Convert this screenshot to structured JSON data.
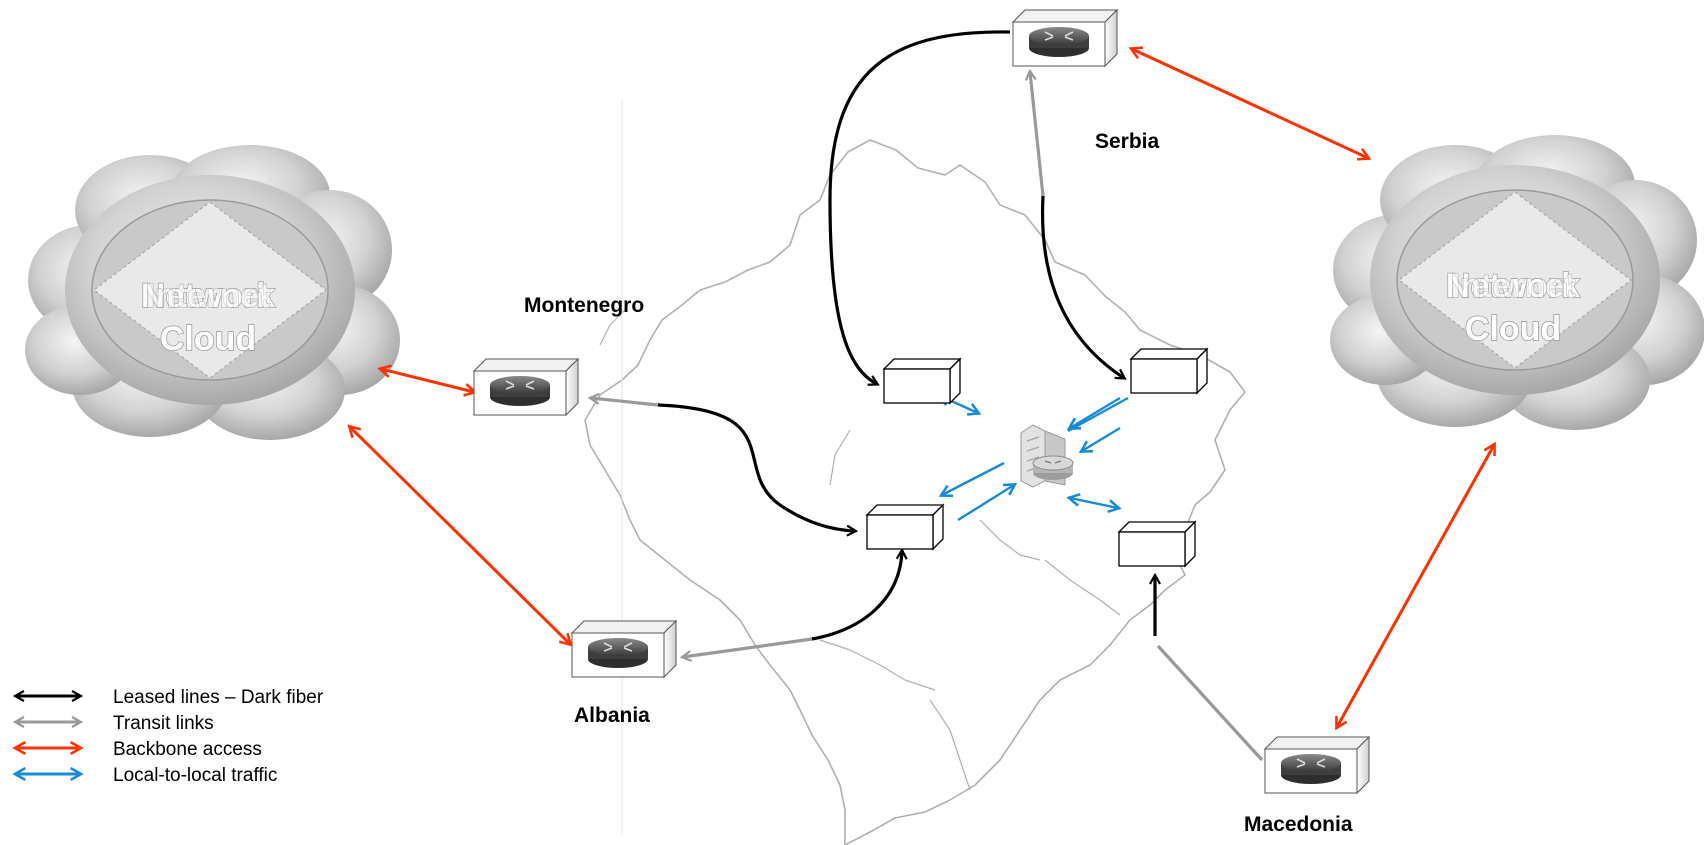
{
  "clouds": {
    "left": {
      "line1": "Internet",
      "line2": "Cloud",
      "overlay": "Network"
    },
    "right": {
      "line1": "Internet",
      "line2": "Cloud",
      "overlay": "Network"
    }
  },
  "countries": {
    "serbia": "Serbia",
    "montenegro": "Montenegro",
    "albania": "Albania",
    "macedonia": "Macedonia"
  },
  "legend": [
    {
      "label": "Leased lines – Dark fiber",
      "color": "#000000"
    },
    {
      "label": "Transit links",
      "color": "#999999"
    },
    {
      "label": "Backbone access",
      "color": "#ff3300"
    },
    {
      "label": "Local-to-local traffic",
      "color": "#1a8ad4"
    }
  ],
  "colors": {
    "leased": "#000000",
    "transit": "#999999",
    "backbone": "#ff3300",
    "local": "#1a8ad4",
    "map_border": "#b0b0b0"
  }
}
